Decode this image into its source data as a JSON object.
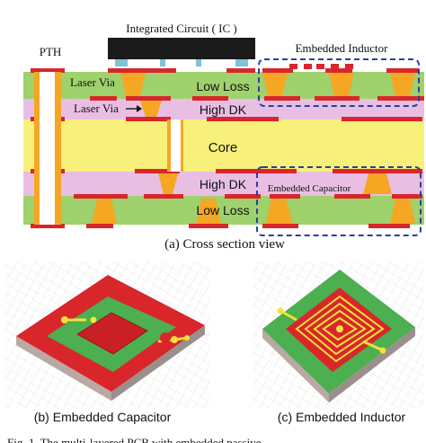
{
  "cross_section": {
    "labels": {
      "pth": "PTH",
      "ic": "Integrated Circuit ( IC )",
      "embedded_inductor": "Embedded Inductor",
      "laser_via_top": "Laser Via",
      "laser_via_mid": "Laser Via",
      "low_loss_top": "Low Loss",
      "high_dk_top": "High DK",
      "core": "Core",
      "high_dk_bottom": "High DK",
      "low_loss_bottom": "Low Loss",
      "embedded_capacitor": "Embedded Capacitor"
    },
    "caption": "(a) Cross section view"
  },
  "renders": {
    "capacitor_caption": "(b) Embedded Capacitor",
    "inductor_caption": "(c) Embedded Inductor"
  },
  "figure_caption": "Fig. 1. The multi-layered PCB with embedded passive...",
  "colors": {
    "green_layer": "#9fd16c",
    "pink_layer": "#e8bfe3",
    "core": "#f7f07a",
    "copper": "#d9262b",
    "via": "#f5a623",
    "ic": "#1a1a1a",
    "ic_pad": "#7ec3d6",
    "dashed_box": "#2a3f9e",
    "render_green": "#4caf50",
    "render_red": "#d9262b",
    "render_gold": "#f2e23a"
  }
}
